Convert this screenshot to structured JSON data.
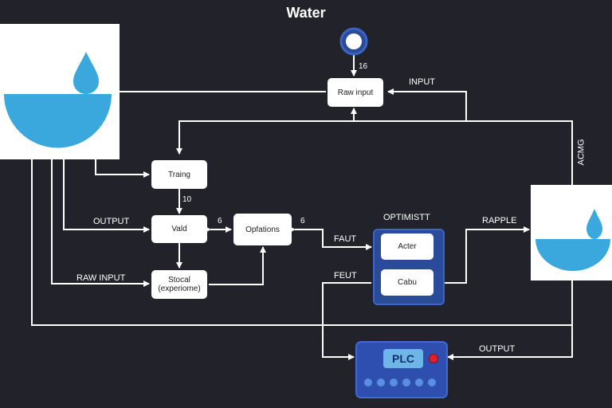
{
  "title": "Water",
  "nodes": {
    "raw_input": "Raw input",
    "training": "Traing",
    "valid": "Vald",
    "operations": "Opfations",
    "stochastic_line1": "Stocal",
    "stochastic_line2": "(experiome)",
    "actuator": "Acter",
    "control": "Cabu",
    "plc": "PLC"
  },
  "labels": {
    "top_count": "16",
    "input": "INPUT",
    "count_10": "10",
    "output_left": "OUTPUT",
    "raw_input_left": "RAW INPUT",
    "count_6a": "6",
    "count_6b": "6",
    "optimist": "OPTIMISTT",
    "faut": "FAUT",
    "feut": "FEUT",
    "rapple": "RAPPLE",
    "output_bottom": "OUTPUT",
    "acmg": "ACMG"
  },
  "colors": {
    "background": "#22232a",
    "water": "#3aa8dc",
    "lines": "#ffffff",
    "optimizer_panel": "#2a4a9a",
    "plc_body": "#2f4fb0",
    "plc_led": "#e0202a"
  }
}
